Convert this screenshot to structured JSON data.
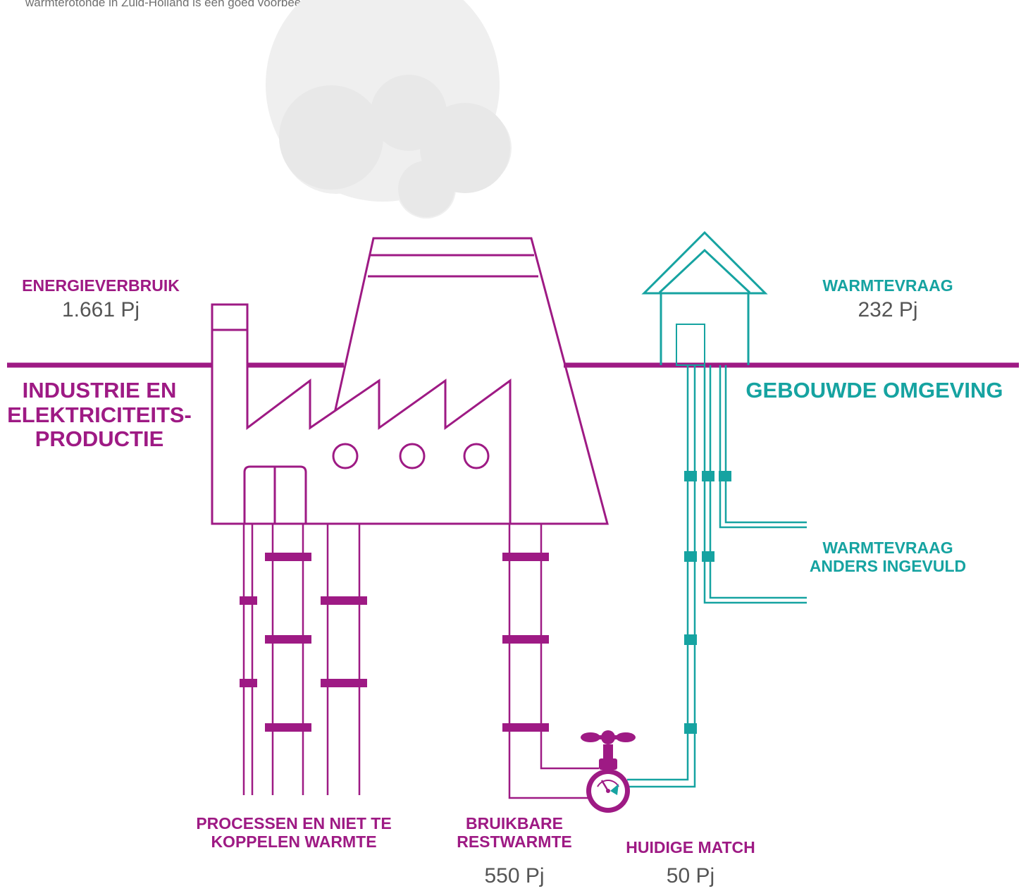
{
  "intro_text": "warmterotonde in Zuid-Holland is een goed voorbeeld. Want",
  "colors": {
    "industry": "#9e1a84",
    "buildings": "#16a3a1",
    "value_text": "#555555",
    "smoke": "#efefef"
  },
  "energieverbruik": {
    "label": "ENERGIEVERBRUIK",
    "value": "1.661 Pj"
  },
  "industrie": {
    "line1": "INDUSTRIE EN",
    "line2": "ELEKTRICITEITS-",
    "line3": "PRODUCTIE"
  },
  "warmtevraag": {
    "label": "WARMTEVRAAG",
    "value": "232 Pj"
  },
  "gebouwde_omgeving": {
    "label": "GEBOUWDE OMGEVING"
  },
  "warmtevraag_anders": {
    "line1": "WARMTEVRAAG",
    "line2": "ANDERS INGEVULD"
  },
  "processen": {
    "line1": "PROCESSEN EN NIET TE",
    "line2": "KOPPELEN WARMTE"
  },
  "restwarmte": {
    "line1": "BRUIKBARE",
    "line2": "RESTWARMTE",
    "value": "550 Pj"
  },
  "huidige_match": {
    "label": "HUIDIGE MATCH",
    "value": "50 Pj"
  },
  "icons": [
    "smoke-cloud-icon",
    "factory-icon",
    "cooling-tower-icon",
    "house-icon",
    "valve-icon",
    "pressure-gauge-icon"
  ]
}
